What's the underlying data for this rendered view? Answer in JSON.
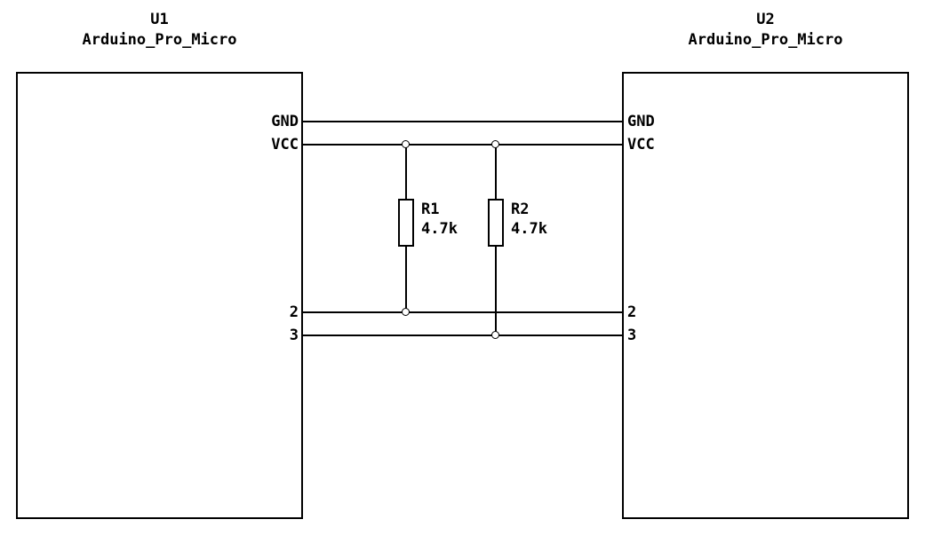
{
  "colors": {
    "wire": "#000000",
    "background": "#ffffff",
    "component_fill": "#ffffff",
    "text": "#000000"
  },
  "components": {
    "u1": {
      "ref": "U1",
      "value": "Arduino_Pro_Micro",
      "pins": {
        "gnd": "GND",
        "vcc": "VCC",
        "p2": "2",
        "p3": "3"
      }
    },
    "u2": {
      "ref": "U2",
      "value": "Arduino_Pro_Micro",
      "pins": {
        "gnd": "GND",
        "vcc": "VCC",
        "p2": "2",
        "p3": "3"
      }
    }
  },
  "resistors": {
    "r1": {
      "ref": "R1",
      "value": "4.7k"
    },
    "r2": {
      "ref": "R2",
      "value": "4.7k"
    }
  }
}
